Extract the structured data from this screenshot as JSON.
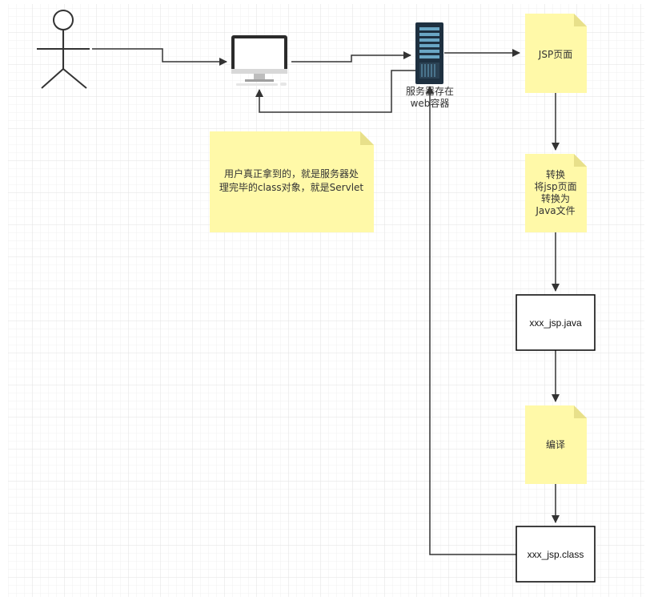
{
  "colors": {
    "grid": "#e4e4e4",
    "line": "#333333",
    "note_fill": "#fff9a8",
    "note_fold": "#e8e08a",
    "box_stroke": "#000000",
    "server_dark": "#1e3040",
    "server_light": "#6aa6c4"
  },
  "icons": {
    "actor": "person-stick-figure-icon",
    "computer": "desktop-computer-icon",
    "server": "server-rack-icon"
  },
  "server": {
    "label_line1": "服务器存在",
    "label_line2": "web容器"
  },
  "notes": {
    "jsp_page": "JSP页面",
    "convert_line1": "转换",
    "convert_line2": "将jsp页面",
    "convert_line3": "转换为",
    "convert_line4": "Java文件",
    "compile": "编译",
    "explanation_line1": "用户真正拿到的，就是服务器处",
    "explanation_line2": "理完毕的class对象，就是Servlet"
  },
  "boxes": {
    "java_file": "xxx_jsp.java",
    "class_file": "xxx_jsp.class"
  }
}
